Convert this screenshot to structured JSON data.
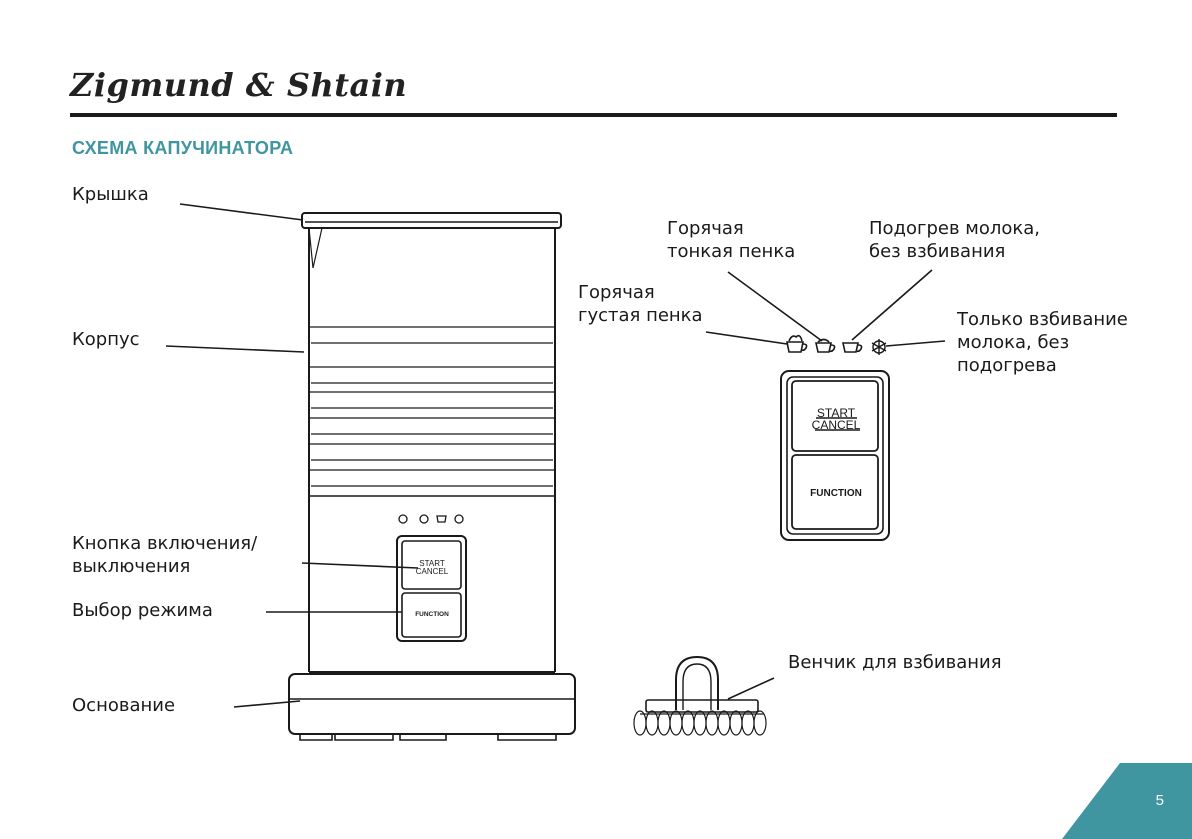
{
  "header": {
    "brand": "Zigmund & Shtain"
  },
  "section_title": "СХЕМА КАПУЧИНАТОРА",
  "labels": {
    "lid": "Крышка",
    "body": "Корпус",
    "power_button": [
      "Кнопка включения/",
      "выключения"
    ],
    "mode_select": "Выбор режима",
    "base": "Основание",
    "hot_thin_foam": [
      "Горячая",
      "тонкая пенка"
    ],
    "heat_no_whip": [
      "Подогрев молока,",
      "без взбивания"
    ],
    "hot_thick_foam": [
      "Горячая",
      "густая пенка"
    ],
    "whip_only": [
      "Только взбивание",
      "молока, без",
      "подогрева"
    ],
    "whisk": "Венчик для взбивания"
  },
  "buttons": {
    "start": "START",
    "cancel": "CANCEL",
    "function": "FUNCTION"
  },
  "icons": [
    "thick-foam-cup-icon",
    "thin-foam-cup-icon",
    "heat-cup-icon",
    "whisk-snowflake-icon"
  ],
  "colors": {
    "accent": "#3f95a0",
    "line": "#1a1a1a"
  },
  "page_number": "5"
}
